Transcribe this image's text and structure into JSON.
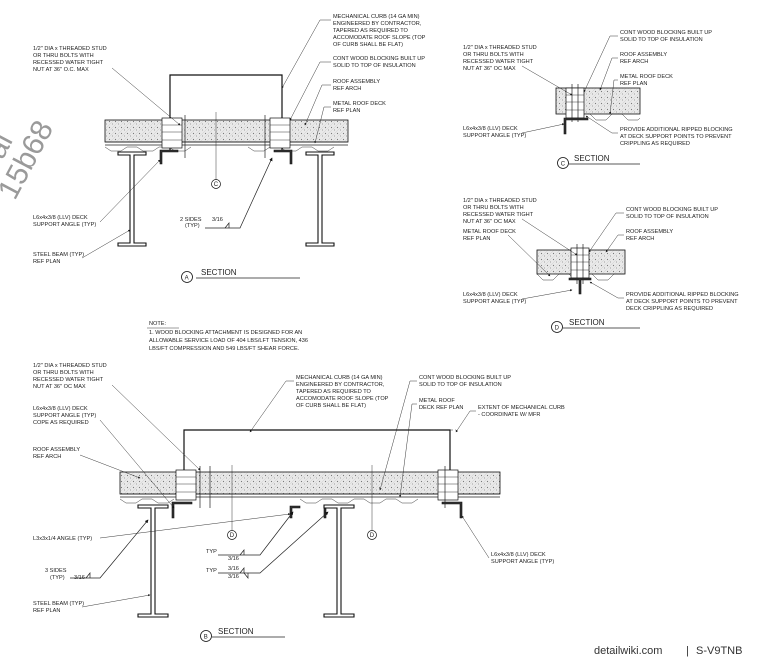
{
  "watermark": {
    "top": "al",
    "bottom": "15b68"
  },
  "footer": {
    "site": "detailwiki.com",
    "separator": "|",
    "code": "S-V9TNB"
  },
  "note": {
    "title": "NOTE:",
    "lines": [
      "1. WOOD BLOCKING ATTACHMENT IS DESIGNED FOR AN",
      "ALLOWABLE SERVICE LOAD OF 404 LBS/LFT TENSION, 436",
      "LBS/FT COMPRESSION AND 549 LBS/FT SHEAR FORCE."
    ]
  },
  "sections": {
    "A": {
      "marker": "A",
      "title": "SECTION",
      "stud": [
        "1/2\" DIA x THREADED STUD",
        "OR THRU BOLTS WITH",
        "RECESSED WATER TIGHT",
        "NUT AT 36\" O.C. MAX"
      ],
      "curb": [
        "MECHANICAL CURB (14 GA MIN)",
        "ENGINEERED BY CONTRACTOR,",
        "TAPERED AS REQUIRED TO",
        "ACCOMODATE ROOF SLOPE (TOP",
        "OF CURB SHALL BE FLAT)"
      ],
      "blocking": [
        "CONT WOOD BLOCKING BUILT UP",
        "SOLID TO TOP OF INSULATION"
      ],
      "roof": [
        "ROOF ASSEMBLY",
        "REF ARCH"
      ],
      "deck": [
        "METAL ROOF DECK",
        "REF PLAN"
      ],
      "angle": [
        "L6x4x3/8 (LLV) DECK",
        "SUPPORT ANGLE (TYP)"
      ],
      "beam": [
        "STEEL BEAM (TYP)",
        "REF PLAN"
      ],
      "weld_sides": "2 SIDES",
      "weld_typ": "(TYP)",
      "weld_size": "3/16",
      "callout": "C"
    },
    "C": {
      "marker": "C",
      "title": "SECTION",
      "stud": [
        "1/2\" DIA x THREADED STUD",
        "OR THRU BOLTS WITH",
        "RECESSED WATER TIGHT",
        "NUT AT 36\" OC MAX"
      ],
      "blocking": [
        "CONT WOOD BLOCKING BUILT UP",
        "SOLID TO TOP OF INSULATION"
      ],
      "roof": [
        "ROOF ASSEMBLY",
        "REF ARCH"
      ],
      "deck": [
        "METAL ROOF DECK",
        "REF PLAN"
      ],
      "angle": [
        "L6x4x3/8 (LLV) DECK",
        "SUPPORT ANGLE (TYP)"
      ],
      "ripped": [
        "PROVIDE ADDITIONAL RIPPED BLOCKING",
        "AT DECK SUPPORT POINTS TO PREVENT",
        "CRIPPLING AS REQUIRED"
      ]
    },
    "D": {
      "marker": "D",
      "title": "SECTION",
      "stud": [
        "1/2\" DIA x THREADED STUD",
        "OR THRU BOLTS WITH",
        "RECESSED WATER TIGHT",
        "NUT AT 36\" OC MAX"
      ],
      "blocking": [
        "CONT WOOD BLOCKING BUILT UP",
        "SOLID TO TOP OF INSULATION"
      ],
      "deck": [
        "METAL ROOF DECK",
        "REF PLAN"
      ],
      "roof": [
        "ROOF ASSEMBLY",
        "REF ARCH"
      ],
      "angle": [
        "L6x4x3/8 (LLV) DECK",
        "SUPPORT ANGLE (TYP)"
      ],
      "ripped": [
        "PROVIDE ADDITIONAL RIPPED BLOCKING",
        "AT DECK SUPPORT POINTS TO PREVENT",
        "DECK CRIPPLING AS REQUIRED"
      ]
    },
    "B": {
      "marker": "B",
      "title": "SECTION",
      "stud": [
        "1/2\" DIA x THREADED STUD",
        "OR THRU BOLTS WITH",
        "RECESSED WATER TIGHT",
        "NUT AT 36\" OC MAX"
      ],
      "angle_cope": [
        "L6x4x3/8 (LLV) DECK",
        "SUPPORT ANGLE (TYP)",
        "COPE AS REQUIRED"
      ],
      "roof": [
        "ROOF ASSEMBLY",
        "REF ARCH"
      ],
      "curb": [
        "MECHANICAL CURB (14 GA MIN)",
        "ENGINEERED BY CONTRACTOR,",
        "TAPERED AS REQUIRED TO",
        "ACCOMODATE ROOF SLOPE (TOP",
        "OF CURB SHALL BE FLAT)"
      ],
      "blocking": [
        "CONT WOOD BLOCKING BUILT UP",
        "SOLID TO TOP OF INSULATION"
      ],
      "deck": [
        "METAL ROOF",
        "DECK REF PLAN"
      ],
      "extent": [
        "EXTENT OF MECHANICAL CURB",
        "- COORDINATE W/ MFR"
      ],
      "small_angle": "L3x3x1/4 ANGLE (TYP)",
      "weld_sides": "3 SIDES",
      "weld_typ": "(TYP)",
      "weld_size": "3/16",
      "typ": "TYP",
      "angle_right": [
        "L6x4x3/8 (LLV) DECK",
        "SUPPORT ANGLE (TYP)"
      ],
      "beam": [
        "STEEL BEAM (TYP)",
        "REF PLAN"
      ],
      "callout": "D"
    }
  }
}
